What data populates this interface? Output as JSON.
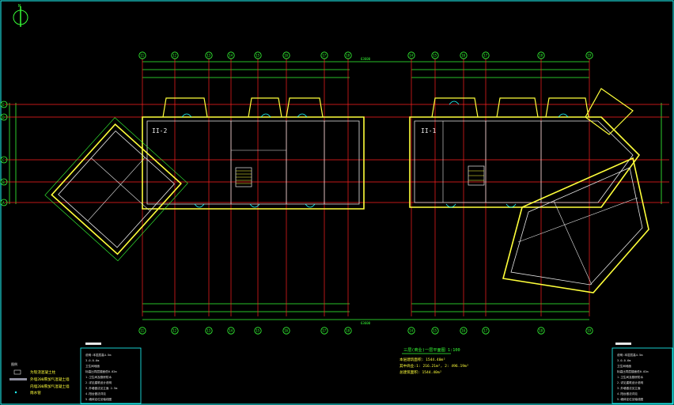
{
  "drawing": {
    "title": "三层(商业)一层平面图 1:100",
    "area_line1": "本层建筑面积: 1544.40m²",
    "area_line2": "其中商业:1: 216.21m², 2: 496.19m²",
    "area_line3": "总建筑面积: 1544.40m²",
    "block_left": "II-2",
    "block_right": "II-1",
    "total_dim": "63600"
  },
  "grid_labels_top": [
    "11",
    "12",
    "13",
    "14",
    "15",
    "16",
    "17",
    "18",
    "14",
    "15",
    "16",
    "17",
    "18",
    "19"
  ],
  "grid_labels_left": [
    "E",
    "D",
    "C",
    "B",
    "A"
  ],
  "legend": {
    "heading": "图例",
    "items": [
      "为现浇混凝土柱",
      "外墙200厚加气混凝土墙",
      "内墙200厚加气混凝土墙",
      "雨水管"
    ]
  },
  "notes_left": {
    "lines": [
      "说明:本层层高4.5m",
      "3.0.0.6m",
      "卫生间地面",
      "标高比同层楼面低0.02m",
      "1.卫生间及厨房防水",
      "2.详见建筑设计说明",
      "3.外墙做法见立面 2.5m",
      "4.阳台做法详见",
      "5.墙体定位见轴线图"
    ]
  },
  "notes_right": {
    "lines": [
      "说明:本层层高4.5m",
      "3.0.0.6m",
      "卫生间地面",
      "标高比同层楼面低0.02m",
      "1.卫生间及厨房防水",
      "2.详见建筑设计说明",
      "3.外墙做法见立面",
      "4.阳台做法详见",
      "5.墙体定位见轴线图"
    ]
  },
  "colors": {
    "background": "#000000",
    "axis": "#ff2020",
    "dimension": "#36ff36",
    "outer_wall": "#ffff3a",
    "inner_wall": "#e8e8e8",
    "cyan": "#20ffff"
  },
  "icons": [
    "north-arrow-icon",
    "stair-icon",
    "door-swing-icon"
  ]
}
